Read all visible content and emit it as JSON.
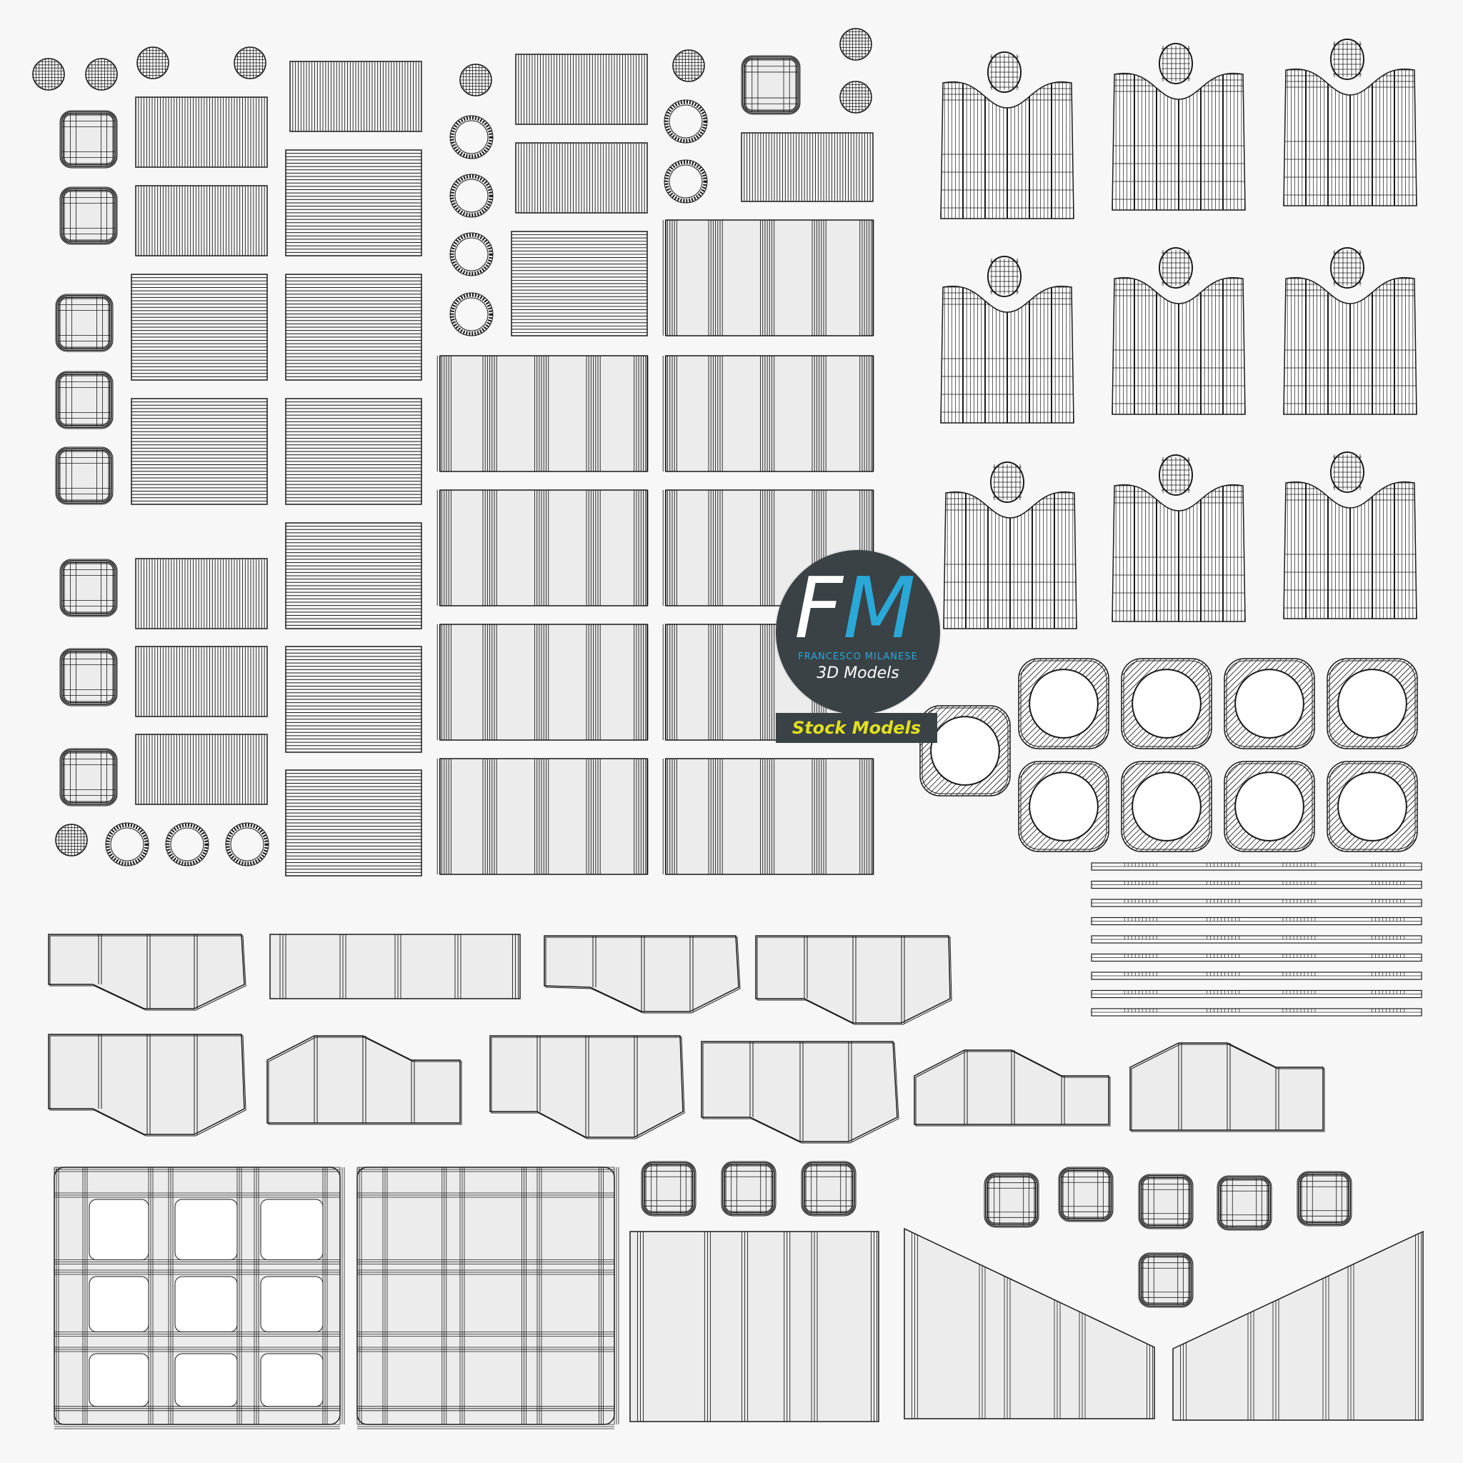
{
  "logo": {
    "letter_f": "F",
    "letter_m": "M",
    "name": "FRANCESCO MILANESE",
    "subtitle": "3D Models"
  },
  "badge": {
    "label": "Stock Models"
  },
  "colors": {
    "background": "#f7f7f7",
    "wire": "#1a1a1a",
    "fill": "#ececec",
    "logo_circle": "#3a4246",
    "logo_white": "#ffffff",
    "logo_blue": "#2aa8d8",
    "badge_text": "#e1e01e"
  }
}
